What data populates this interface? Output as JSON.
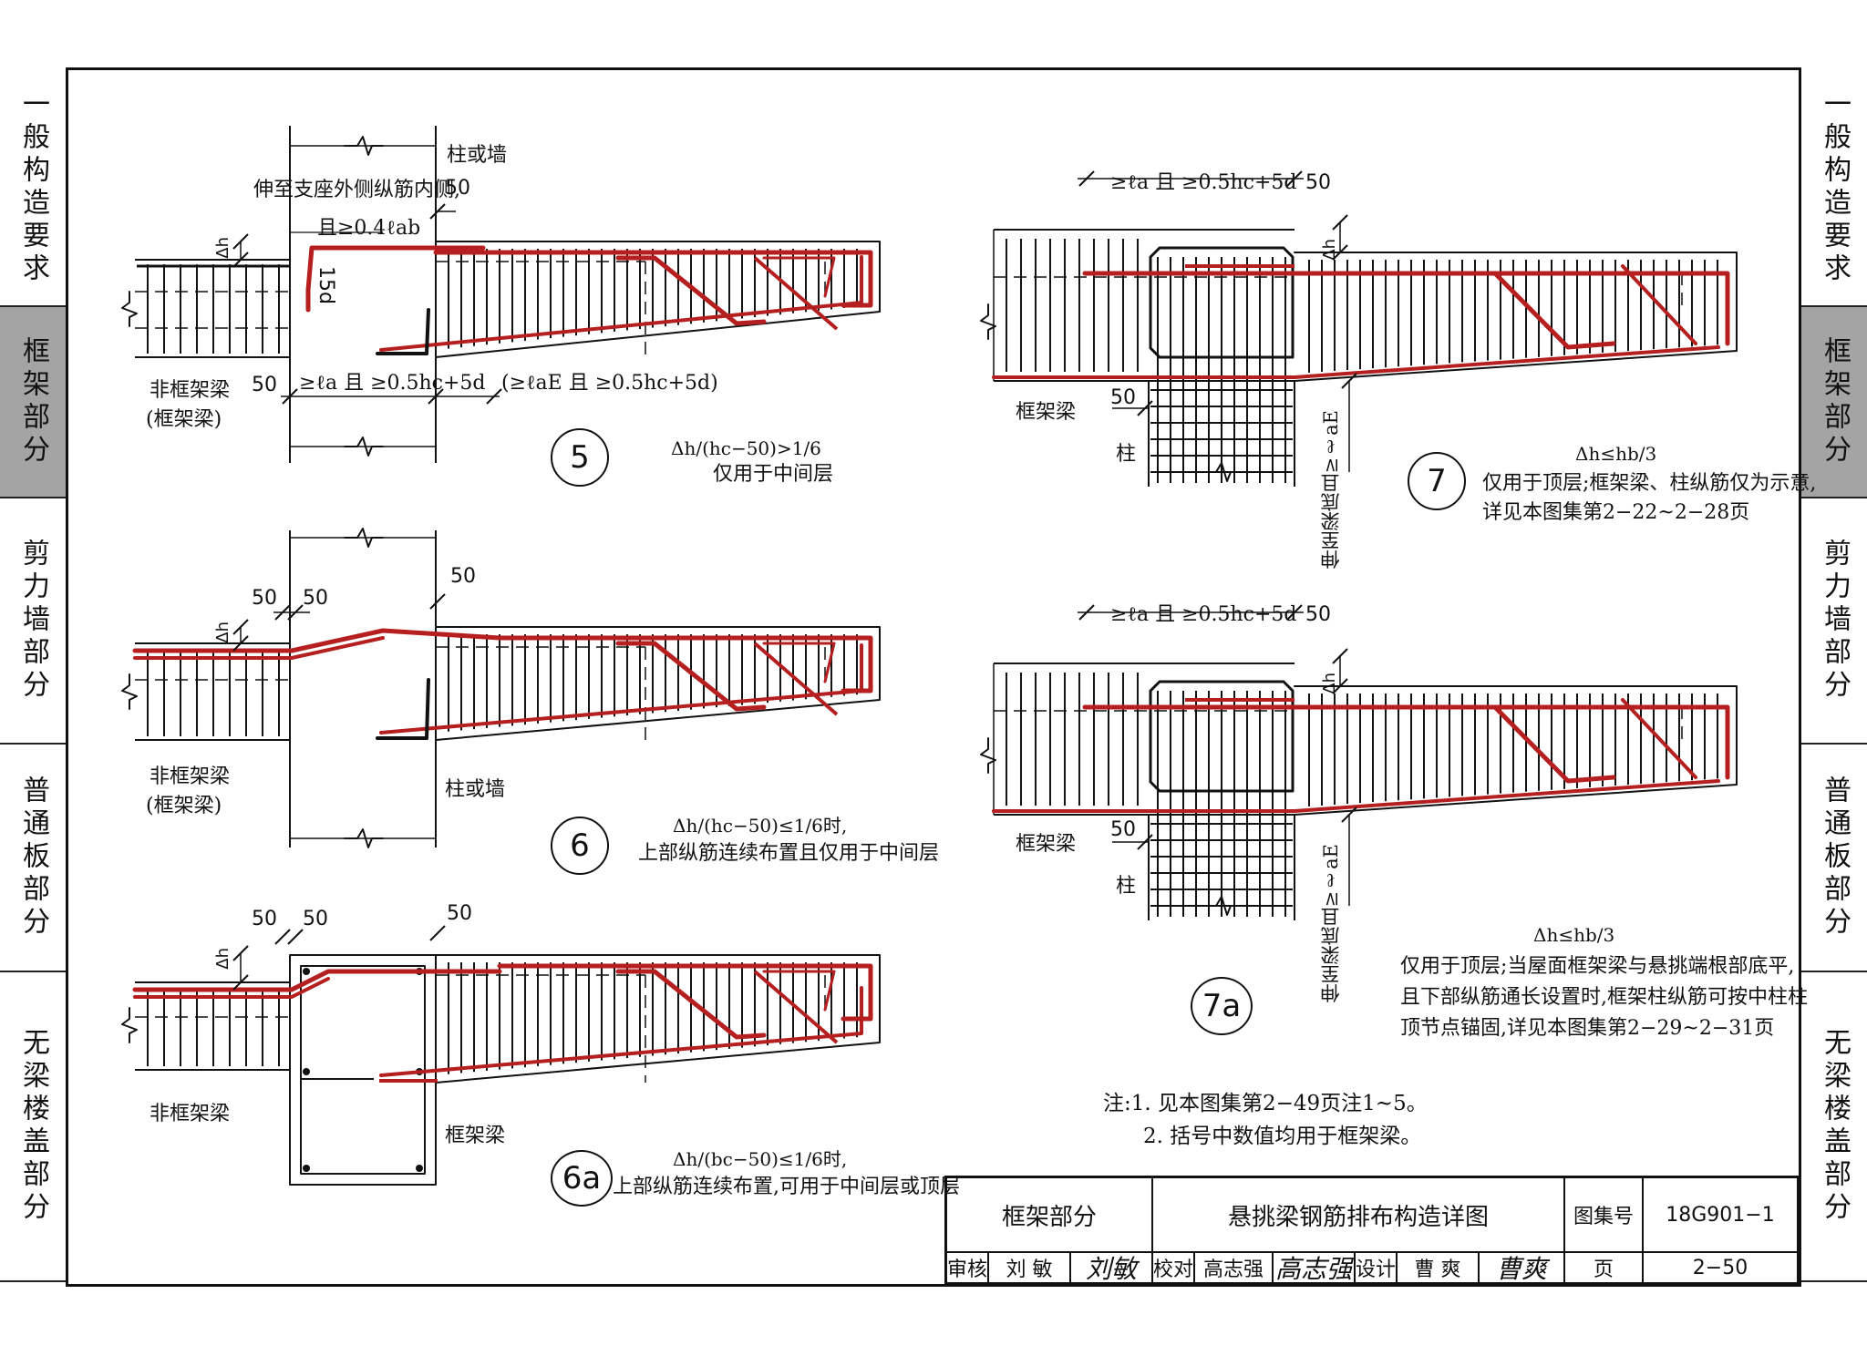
{
  "side_tabs": [
    {
      "label": "一般构造要求",
      "active": false
    },
    {
      "label": "框架部分",
      "active": true
    },
    {
      "label": "剪力墙部分",
      "active": false
    },
    {
      "label": "普通板部分",
      "active": false
    },
    {
      "label": "无梁楼盖部分",
      "active": false
    }
  ],
  "colors": {
    "rebar": "#b51f1f",
    "line": "#111111",
    "active_tab": "#a4a4a4"
  },
  "detail5": {
    "marker": "5",
    "label_col_wall": "柱或墙",
    "label_extend": "伸至支座外侧纵筋内侧,",
    "label_0_4lab": "且≥0.4ℓab",
    "label_15d": "15d",
    "label_dh": "Δh",
    "dim_50_top": "50",
    "dim_50_bottom": "50",
    "label_la": "≥ℓa 且 ≥0.5hc+5d",
    "label_lae": "(≥ℓaE 且 ≥0.5hc+5d)",
    "label_nonframe": "非框架梁",
    "label_frame_paren": "(框架梁)",
    "condition": "Δh/(hc−50)>1/6",
    "scope": "仅用于中间层"
  },
  "detail6": {
    "marker": "6",
    "dim_50_a": "50",
    "dim_50_b": "50",
    "dim_50_c": "50",
    "label_dh": "Δh",
    "label_nonframe": "非框架梁",
    "label_frame_paren": "(框架梁)",
    "label_col_wall": "柱或墙",
    "condition": "Δh/(hc−50)≤1/6时,",
    "scope": "上部纵筋连续布置且仅用于中间层"
  },
  "detail6a": {
    "marker": "6a",
    "dim_50_a": "50",
    "dim_50_b": "50",
    "dim_50_c": "50",
    "label_dh": "Δh",
    "label_nonframe": "非框架梁",
    "label_frame": "框架梁",
    "condition": "Δh/(bc−50)≤1/6时,",
    "scope": "上部纵筋连续布置,可用于中间层或顶层"
  },
  "detail7": {
    "marker": "7",
    "label_la": "≥ℓa 且 ≥0.5hc+5d",
    "dim_50_top": "50",
    "dim_50_left": "50",
    "label_dh": "Δh",
    "label_frame": "框架梁",
    "label_col": "柱",
    "label_vert": "伸至梁底且≥ℓaE",
    "condition": "Δh≤hb/3",
    "desc_1": "仅用于顶层;框架梁、柱纵筋仅为示意,",
    "desc_2": "详见本图集第2−22~2−28页"
  },
  "detail7a": {
    "marker": "7a",
    "label_la": "≥ℓa 且 ≥0.5hc+5d",
    "dim_50_top": "50",
    "dim_50_left": "50",
    "label_dh": "Δh",
    "label_frame": "框架梁",
    "label_col": "柱",
    "label_vert": "伸至梁底且≥ℓaE",
    "condition": "Δh≤hb/3",
    "desc_1": "仅用于顶层;当屋面框架梁与悬挑端根部底平,",
    "desc_2": "且下部纵筋通长设置时,框架柱纵筋可按中柱柱",
    "desc_3": "顶节点锚固,详见本图集第2−29~2−31页"
  },
  "notes": {
    "line1": "注:1. 见本图集第2−49页注1~5。",
    "line2": "2. 括号中数值均用于框架梁。"
  },
  "title_block": {
    "section": "框架部分",
    "title": "悬挑梁钢筋排布构造详图",
    "atlas_label": "图集号",
    "atlas_no": "18G901−1",
    "review_label": "审核",
    "reviewer": "刘 敏",
    "review_sig": "刘敏",
    "check_label": "校对",
    "checker": "高志强",
    "check_sig": "高志强",
    "design_label": "设计",
    "designer": "曹 爽",
    "design_sig": "曹爽",
    "page_label": "页",
    "page_no": "2−50"
  }
}
